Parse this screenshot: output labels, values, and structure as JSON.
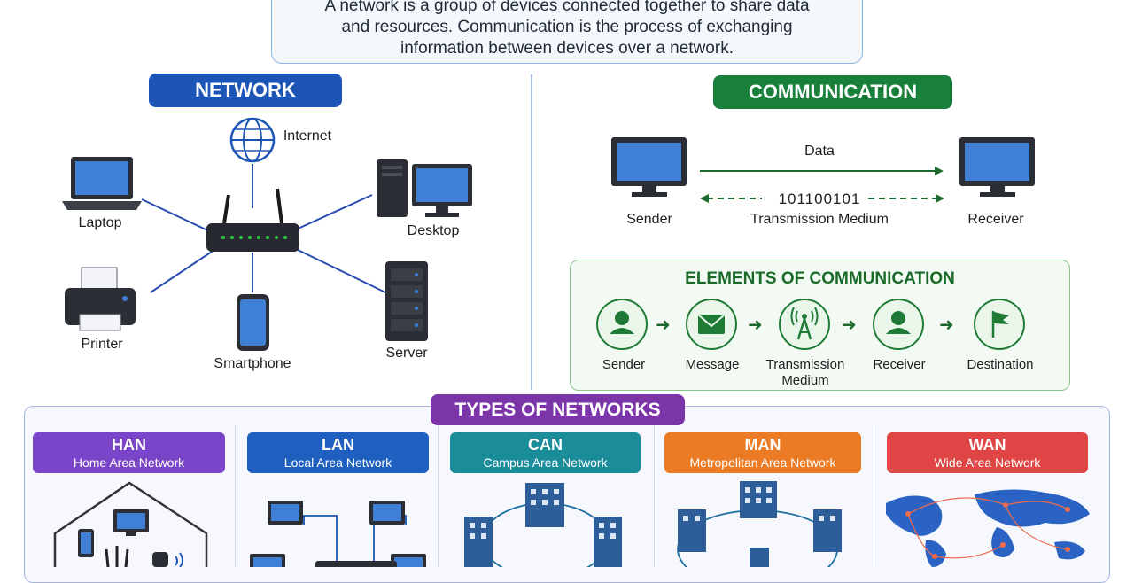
{
  "intro": {
    "lines": [
      "A network is a group of devices connected together to share data",
      "and resources. Communication is the process of exchanging",
      "information between devices over a network."
    ]
  },
  "network": {
    "title": "NETWORK",
    "devices": {
      "internet": "Internet",
      "laptop": "Laptop",
      "desktop": "Desktop",
      "printer": "Printer",
      "smartphone": "Smartphone",
      "server": "Server"
    },
    "line_color": "#2a4fb0"
  },
  "communication": {
    "title": "COMMUNICATION",
    "data_label": "Data",
    "binary": "101100101",
    "medium": "Transmission Medium",
    "sender": "Sender",
    "receiver": "Receiver"
  },
  "elements": {
    "title": "ELEMENTS OF COMMUNICATION",
    "items": [
      {
        "label": "Sender",
        "icon": "user-icon"
      },
      {
        "label": "Message",
        "icon": "envelope-icon"
      },
      {
        "label": "Transmission\nMedium",
        "icon": "antenna-icon"
      },
      {
        "label": "Receiver",
        "icon": "user-icon"
      },
      {
        "label": "Destination",
        "icon": "flag-icon"
      }
    ]
  },
  "types": {
    "title": "TYPES OF NETWORKS",
    "items": [
      {
        "abbr": "HAN",
        "full": "Home Area Network",
        "color": "#7a45c8"
      },
      {
        "abbr": "LAN",
        "full": "Local Area Network",
        "color": "#1f5fc0"
      },
      {
        "abbr": "CAN",
        "full": "Campus Area Network",
        "color": "#1b8c9a"
      },
      {
        "abbr": "MAN",
        "full": "Metropolitan Area Network",
        "color": "#ec7b25"
      },
      {
        "abbr": "WAN",
        "full": "Wide Area Network",
        "color": "#e04545"
      }
    ]
  }
}
